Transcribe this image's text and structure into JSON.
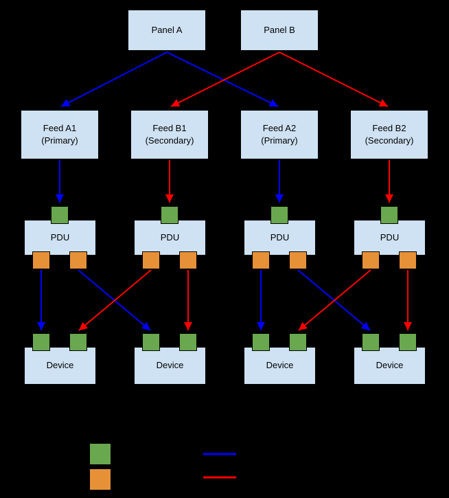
{
  "colors": {
    "background": "#000000",
    "node_fill": "#cfe2f3",
    "node_border": "#000000",
    "label_text": "#000000",
    "input_port": "#6aa84f",
    "output_port": "#e69138",
    "primary_path": "#0000ff",
    "secondary_path": "#ff0000"
  },
  "nodes": {
    "panels": [
      {
        "label": "Panel A"
      },
      {
        "label": "Panel B"
      }
    ],
    "feeds": [
      {
        "label": "Feed A1",
        "sublabel": "(Primary)"
      },
      {
        "label": "Feed B1",
        "sublabel": "(Secondary)"
      },
      {
        "label": "Feed A2",
        "sublabel": "(Primary)"
      },
      {
        "label": "Feed B2",
        "sublabel": "(Secondary)"
      }
    ],
    "pdus": [
      {
        "label": "PDU"
      },
      {
        "label": "PDU"
      },
      {
        "label": "PDU"
      },
      {
        "label": "PDU"
      }
    ],
    "devices": [
      {
        "label": "Device"
      },
      {
        "label": "Device"
      },
      {
        "label": "Device"
      },
      {
        "label": "Device"
      }
    ]
  },
  "legend": {
    "input_swatch_color": "#6aa84f",
    "output_swatch_color": "#e69138",
    "primary_line_color": "#0000ff",
    "secondary_line_color": "#ff0000"
  }
}
